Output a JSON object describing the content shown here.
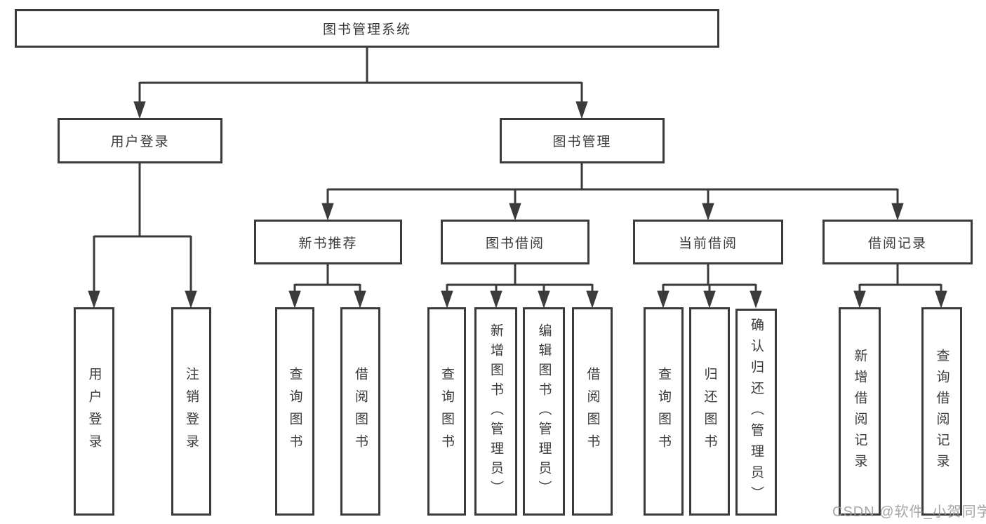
{
  "diagram": {
    "root": {
      "label": "图书管理系统"
    },
    "level2": [
      {
        "label": "用户登录"
      },
      {
        "label": "图书管理"
      }
    ],
    "level3": [
      {
        "label": "新书推荐"
      },
      {
        "label": "图书借阅"
      },
      {
        "label": "当前借阅"
      },
      {
        "label": "借阅记录"
      }
    ],
    "leaves": {
      "login": [
        "用户登录",
        "注销登录"
      ],
      "recommend": [
        "查询图书",
        "借阅图书"
      ],
      "borrow": [
        "查询图书",
        "新增图书（管理员）",
        "编辑图书（管理员）",
        "借阅图书"
      ],
      "current": [
        "查询图书",
        "归还图书",
        "确认归还（管理员）"
      ],
      "records": [
        "新增借阅记录",
        "查询借阅记录"
      ]
    }
  },
  "watermark": "CSDN @软件_小贺同学",
  "colors": {
    "line": "#3b3b3b",
    "text": "#3a3a3a",
    "background": "#ffffff",
    "watermark": "#969696"
  }
}
